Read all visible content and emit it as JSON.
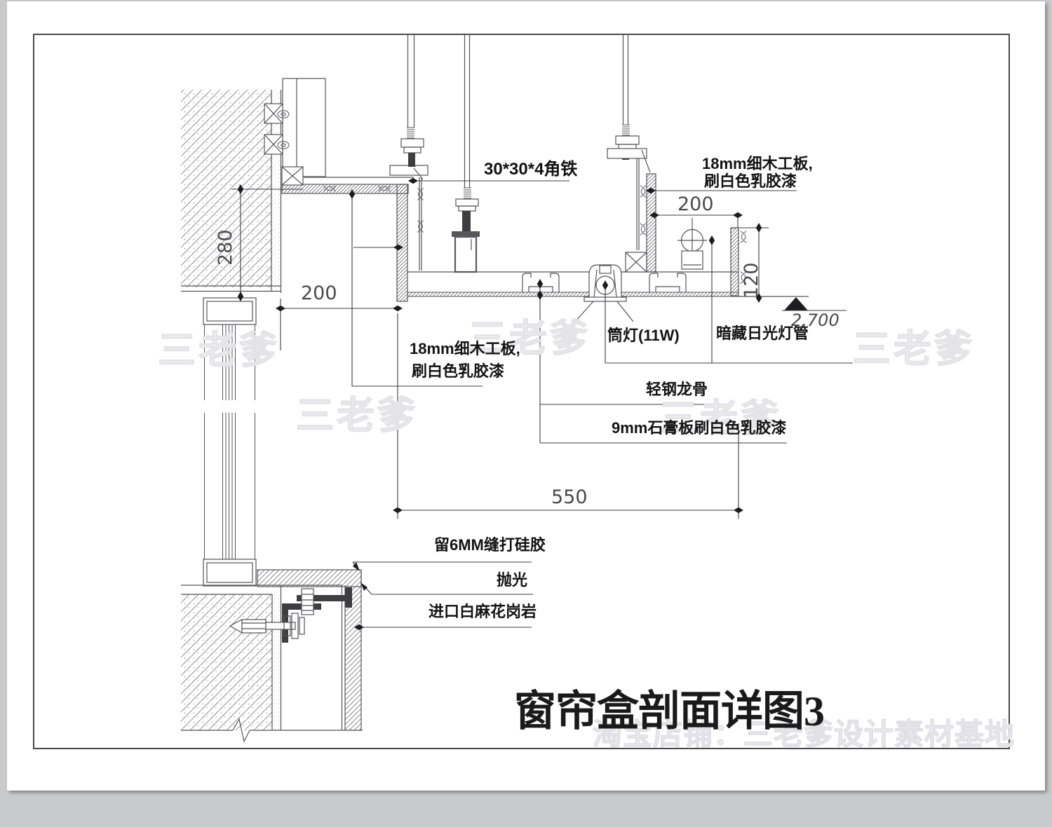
{
  "drawing": {
    "title": "窗帘盒剖面详图3",
    "labels": {
      "angle_iron": "30*30*4角铁",
      "blockboard_left_1": "18mm细木工板,",
      "blockboard_left_2": "刷白色乳胶漆",
      "blockboard_right_1": "18mm细木工板,",
      "blockboard_right_2": "刷白色乳胶漆",
      "downlight": "筒灯(11W)",
      "hidden_lamp": "暗藏日光灯管",
      "steel_keel": "轻钢龙骨",
      "gypsum_board": "9mm石膏板刷白色乳胶漆",
      "silicone_joint": "留6MM缝打硅胶",
      "polish": "抛光",
      "granite": "进口白麻花岗岩"
    },
    "dimensions": {
      "wall_height": "280",
      "box_width": "200",
      "ceiling_span": "550",
      "lamp_offset": "200",
      "fascia_height": "120",
      "elevation": "2.700"
    }
  },
  "watermark": {
    "brand": "三老爹",
    "store": "淘宝店铺：三老爹设计素材基地"
  },
  "colors": {
    "paper": "#ffffff",
    "canvas_background": "#c9cacc",
    "line": "#55555a",
    "dark_fill": "#3e3e42",
    "label_text": "#131313",
    "dim_text": "#4a4a4f",
    "watermark": "#e3e3e8"
  }
}
